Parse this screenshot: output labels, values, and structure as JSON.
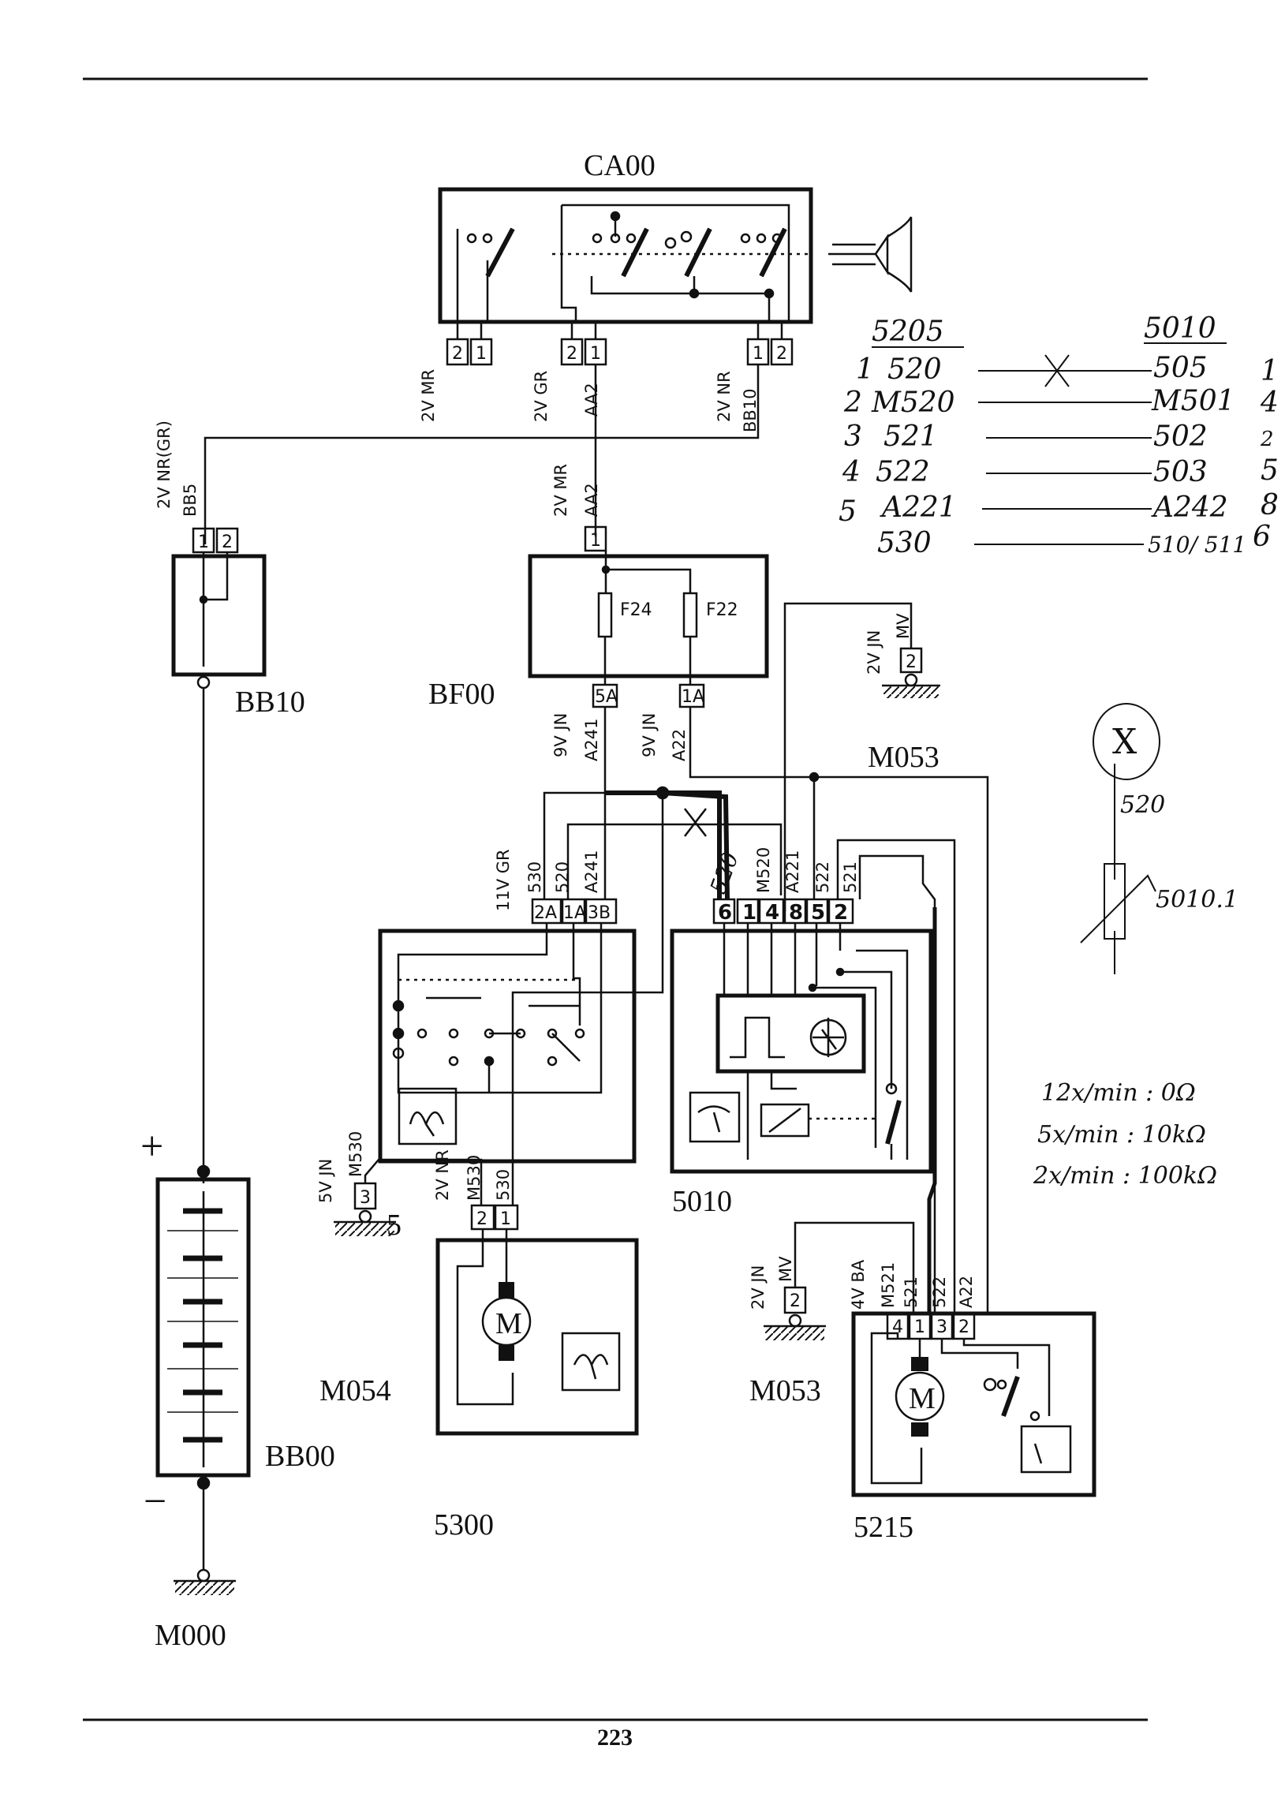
{
  "page_number": "223",
  "components": {
    "ca00": "CA00",
    "bb10": "BB10",
    "bf00": "BF00",
    "m053_top": "M053",
    "bb00": "BB00",
    "m000": "M000",
    "m054": "M054",
    "c5300": "5300",
    "c5010": "5010",
    "m053_bottom": "M053",
    "c5215": "5215",
    "f24": "F24",
    "f22": "F22",
    "motor_5300": "M",
    "motor_5215": "M",
    "plus": "+",
    "minus": "−"
  },
  "connectors": {
    "ca00_left": [
      "2",
      "1"
    ],
    "ca00_mid": [
      "2",
      "1"
    ],
    "ca00_right": [
      "1",
      "2"
    ],
    "bb10": [
      "1",
      "2"
    ],
    "bf00_top": [
      "1"
    ],
    "bf00_5a": "5A",
    "bf00_1a": "1A",
    "m053_top": [
      "2"
    ],
    "c5205_block": [
      "2A",
      "1A",
      "3B"
    ],
    "c5010_block": [
      "6",
      "1",
      "4",
      "8",
      "5",
      "2"
    ],
    "m054": [
      "3"
    ],
    "c5300": [
      "2",
      "1"
    ],
    "m053_bottom": [
      "2"
    ],
    "c5215": [
      "4",
      "1",
      "3",
      "2"
    ]
  },
  "wire_labels": {
    "ca00_left": [
      "2V MR"
    ],
    "ca00_mid": [
      "2V GR",
      "AA2"
    ],
    "ca00_right": [
      "2V NR",
      "BB10"
    ],
    "bb10": [
      "2V NR(GR)",
      "BB5"
    ],
    "bf00_top": [
      "2V MR",
      "AA2"
    ],
    "bf00_5a": [
      "9V JN",
      "A241"
    ],
    "bf00_1a": [
      "9V JN",
      "A22"
    ],
    "m053_top": [
      "2V JN",
      "MV"
    ],
    "c5205_block": [
      "11V GR",
      "530",
      "520",
      "A241"
    ],
    "c5010_block": [
      "520",
      "M520",
      "A221",
      "522",
      "521"
    ],
    "m054": [
      "5V JN",
      "M530"
    ],
    "c5300": [
      "2V NR",
      "M530",
      "530"
    ],
    "m053_bottom": [
      "2V JN",
      "MV"
    ],
    "c5215": [
      "4V BA",
      "M521",
      "521",
      "522",
      "A22"
    ]
  },
  "annotations": {
    "header_left": "5205",
    "header_right": "5010",
    "rows": [
      {
        "n": "1",
        "left": "520",
        "right": "505",
        "rn": "1",
        "crossed": true
      },
      {
        "n": "2",
        "left": "M520",
        "right": "M501",
        "rn": "4",
        "crossed": false
      },
      {
        "n": "3",
        "left": "521",
        "right": "502",
        "rn": "2",
        "crossed": false
      },
      {
        "n": "4",
        "left": "522",
        "right": "503",
        "rn": "5",
        "crossed": false
      },
      {
        "n": "5",
        "left": "A221",
        "right": "A242",
        "rn": "8",
        "crossed": false
      },
      {
        "n": "",
        "left": "530",
        "right": "510/ 511",
        "rn": "6",
        "crossed": false
      }
    ],
    "wire_mark_520": "520",
    "circle_x": "X",
    "circle_label": "520",
    "resistor_label": "5010.1",
    "mark_5": "5",
    "speeds": [
      "12x/min : 0Ω",
      "5x/min : 10kΩ",
      "2x/min : 100kΩ"
    ]
  },
  "colors": {
    "ink": "#111111",
    "paper": "#ffffff"
  }
}
